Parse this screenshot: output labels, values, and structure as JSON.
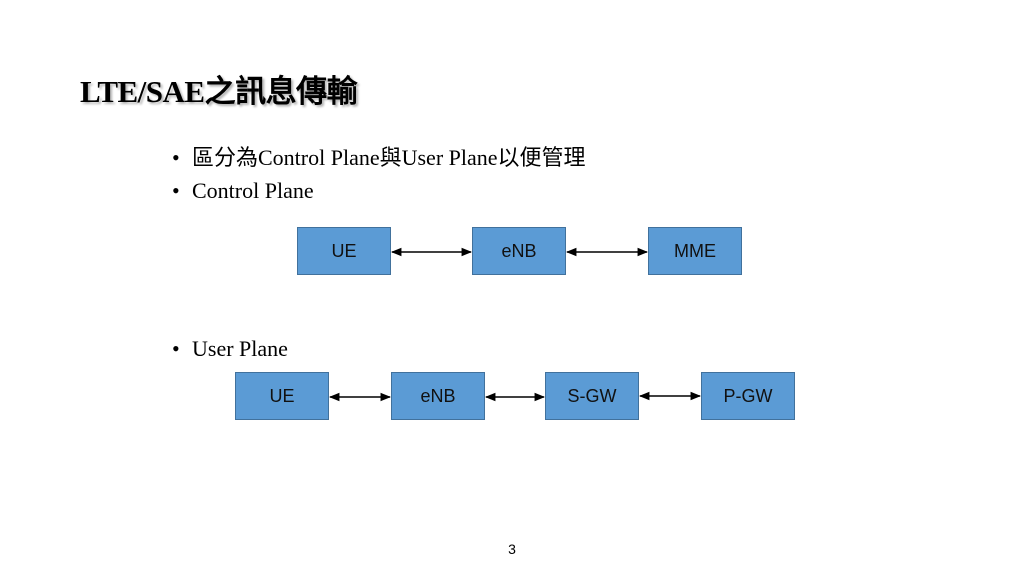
{
  "slide": {
    "title": "LTE/SAE之訊息傳輸",
    "bullets": [
      "區分為Control Plane與User Plane以便管理",
      "Control Plane",
      "User Plane"
    ],
    "page_number": "3"
  },
  "control_plane": {
    "nodes": [
      "UE",
      "eNB",
      "MME"
    ]
  },
  "user_plane": {
    "nodes": [
      "UE",
      "eNB",
      "S-GW",
      "P-GW"
    ]
  },
  "colors": {
    "box_fill": "#5b9bd5",
    "box_border": "#41719c",
    "arrow": "#000000"
  }
}
